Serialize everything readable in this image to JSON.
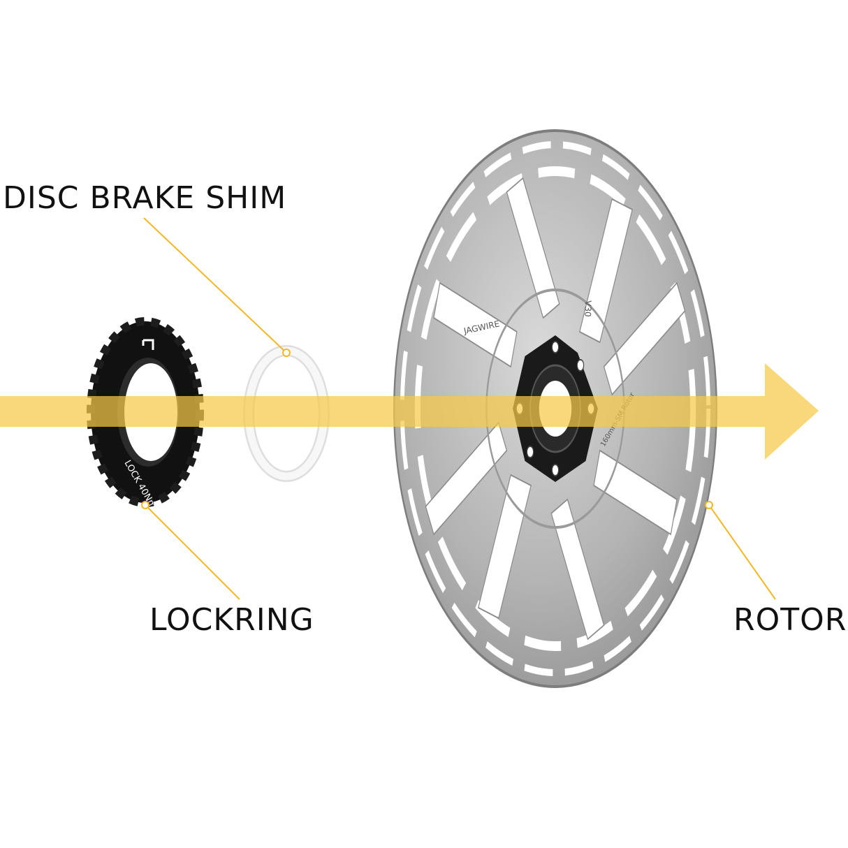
{
  "labels": {
    "shim": "DISC BRAKE SHIM",
    "lockring": "LOCKRING",
    "rotor": "ROTOR"
  },
  "lockring_engraving": "LOCK 40Nm",
  "rotor_engravings": {
    "brand": "JAGWIRE",
    "model": "V30",
    "size": "160mm-SM Rotor"
  },
  "icons": [
    "lockring-part",
    "shim-part",
    "rotor-part",
    "direction-arrow"
  ],
  "colors": {
    "accent": "#F6C94A",
    "leader_line": "#F2B824",
    "label_text": "#111111",
    "lockring": "#151515",
    "rotor_steel": "#b5b5b5",
    "shim": "#f4f4f4"
  }
}
